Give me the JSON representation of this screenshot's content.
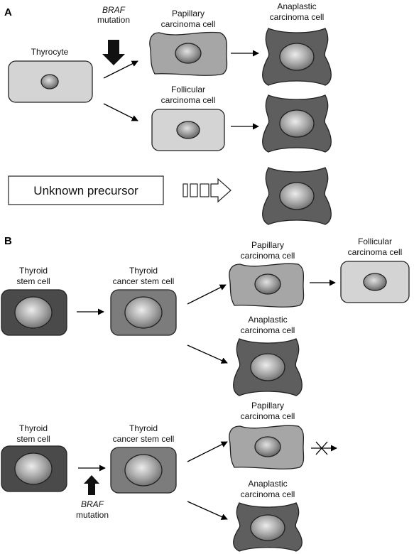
{
  "panel_a": {
    "letter": "A",
    "thyrocyte": "Thyrocyte",
    "braf_1": "BRAF",
    "braf_2": "mutation",
    "papillary_1": "Papillary",
    "papillary_2": "carcinoma cell",
    "anaplastic_1": "Anaplastic",
    "anaplastic_2": "carcinoma cell",
    "follicular_1": "Follicular",
    "follicular_2": "carcinoma cell",
    "unknown": "Unknown precursor"
  },
  "panel_b": {
    "letter": "B",
    "stem_1": "Thyroid",
    "stem_2": "stem cell",
    "cancer_stem_1": "Thyroid",
    "cancer_stem_2": "cancer stem cell",
    "papillary_1": "Papillary",
    "papillary_2": "carcinoma cell",
    "follicular_1": "Follicular",
    "follicular_2": "carcinoma cell",
    "anaplastic_1": "Anaplastic",
    "anaplastic_2": "carcinoma cell",
    "stem2_1": "Thyroid",
    "stem2_2": "stem cell",
    "cancer_stem2_1": "Thyroid",
    "cancer_stem2_2": "cancer stem cell",
    "papillary2_1": "Papillary",
    "papillary2_2": "carcinoma cell",
    "anaplastic2_1": "Anaplastic",
    "anaplastic2_2": "carcinoma cell",
    "braf_1": "BRAF",
    "braf_2": "mutation"
  },
  "colors": {
    "light_cell": "#d4d4d4",
    "mid_cell": "#a6a6a6",
    "dark_cell": "#5e5e5e",
    "darker_cell": "#4a4a4a",
    "cancer_stem_cell": "#7c7c7c"
  }
}
